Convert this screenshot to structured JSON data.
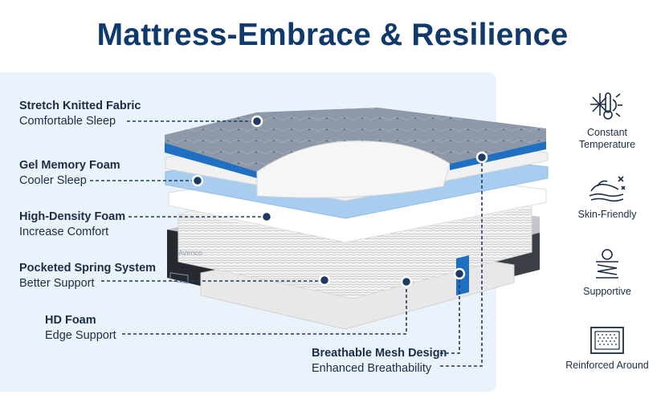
{
  "title": "Mattress-Embrace & Resilience",
  "brand_logo": "Avenco",
  "layers": [
    {
      "title": "Stretch Knitted Fabric",
      "subtitle": "Comfortable Sleep"
    },
    {
      "title": "Gel Memory Foam",
      "subtitle": "Cooler Sleep"
    },
    {
      "title": "High-Density Foam",
      "subtitle": "Increase Comfort"
    },
    {
      "title": "Pocketed Spring System",
      "subtitle": "Better Support"
    },
    {
      "title": "HD Foam",
      "subtitle": "Edge Support"
    },
    {
      "title": "Breathable Mesh Design",
      "subtitle": "Enhanced Breathability"
    }
  ],
  "features": [
    {
      "label_line1": "Constant",
      "label_line2": "Temperature",
      "icon": "thermometer-snowflake-sun-icon"
    },
    {
      "label_line1": "Skin-Friendly",
      "label_line2": "",
      "icon": "hand-fabric-icon"
    },
    {
      "label_line1": "Supportive",
      "label_line2": "",
      "icon": "spring-support-icon"
    },
    {
      "label_line1": "Reinforced Around",
      "label_line2": "",
      "icon": "reinforced-frame-icon"
    }
  ],
  "colors": {
    "title": "#0f3a6b",
    "panel": "#eaf3fb",
    "accent_blue": "#1f6fc2",
    "marker": "#1d3b63"
  }
}
